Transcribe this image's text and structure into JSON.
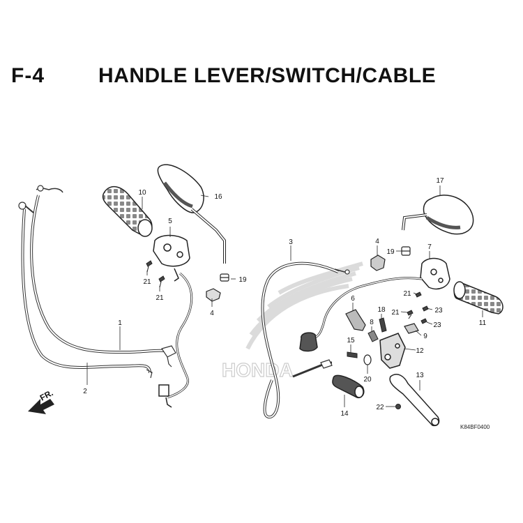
{
  "header": {
    "section_code": "F-4",
    "title": "HANDLE LEVER/SWITCH/CABLE"
  },
  "direction_marker": "FR.",
  "watermark": "HONDA",
  "drawing_code": "K84BF0400",
  "callouts": [
    "1",
    "2",
    "3",
    "4",
    "4",
    "5",
    "6",
    "7",
    "8",
    "9",
    "10",
    "11",
    "12",
    "13",
    "14",
    "15",
    "16",
    "17",
    "18",
    "19",
    "19",
    "20",
    "21",
    "21",
    "21",
    "21",
    "22",
    "23",
    "23"
  ]
}
